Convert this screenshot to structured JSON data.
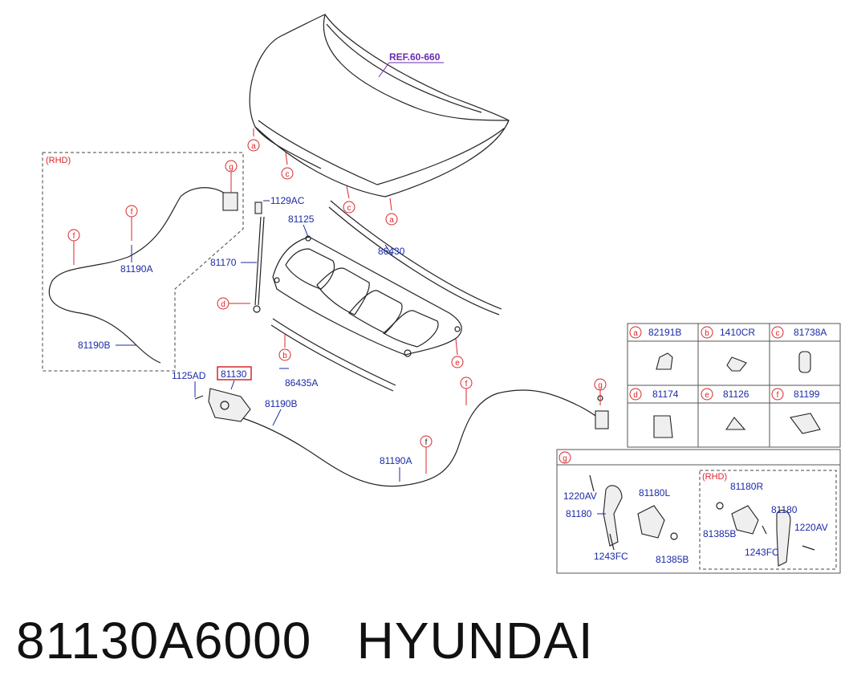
{
  "reference": {
    "label": "REF.60-660"
  },
  "rhd_label": "(RHD)",
  "callout_letters": {
    "a": "a",
    "b": "b",
    "c": "c",
    "d": "d",
    "e": "e",
    "f": "f",
    "g": "g"
  },
  "part_labels": {
    "p1129AC": "1129AC",
    "p81125": "81125",
    "p81170": "81170",
    "p86430": "86430",
    "p81190A_rhd": "81190A",
    "p81190B_rhd": "81190B",
    "p1125AD": "1125AD",
    "p81130": "81130",
    "p81190B": "81190B",
    "p86435A": "86435A",
    "p81190A": "81190A"
  },
  "legend": {
    "cells": [
      {
        "letter": "a",
        "part": "82191B"
      },
      {
        "letter": "b",
        "part": "1410CR"
      },
      {
        "letter": "c",
        "part": "81738A"
      },
      {
        "letter": "d",
        "part": "81174"
      },
      {
        "letter": "e",
        "part": "81126"
      },
      {
        "letter": "f",
        "part": "81199"
      }
    ]
  },
  "detail_g": {
    "letter": "g",
    "rhd_label": "(RHD)",
    "labels": {
      "l1220AV": "1220AV",
      "l81180L": "81180L",
      "l81180": "81180",
      "l1243FC": "1243FC",
      "l81385B": "81385B",
      "r81180R": "81180R",
      "r81180": "81180",
      "r81385B": "81385B",
      "r1220AV": "1220AV",
      "r1243FC": "1243FC"
    }
  },
  "colors": {
    "part_number_text": "#1b2aa6",
    "callout": "#d9262a",
    "highlight_box": "#d9262a",
    "reference": "#6a2bb0"
  },
  "caption": {
    "part_number": "81130A6000",
    "brand": "HYUNDAI"
  }
}
